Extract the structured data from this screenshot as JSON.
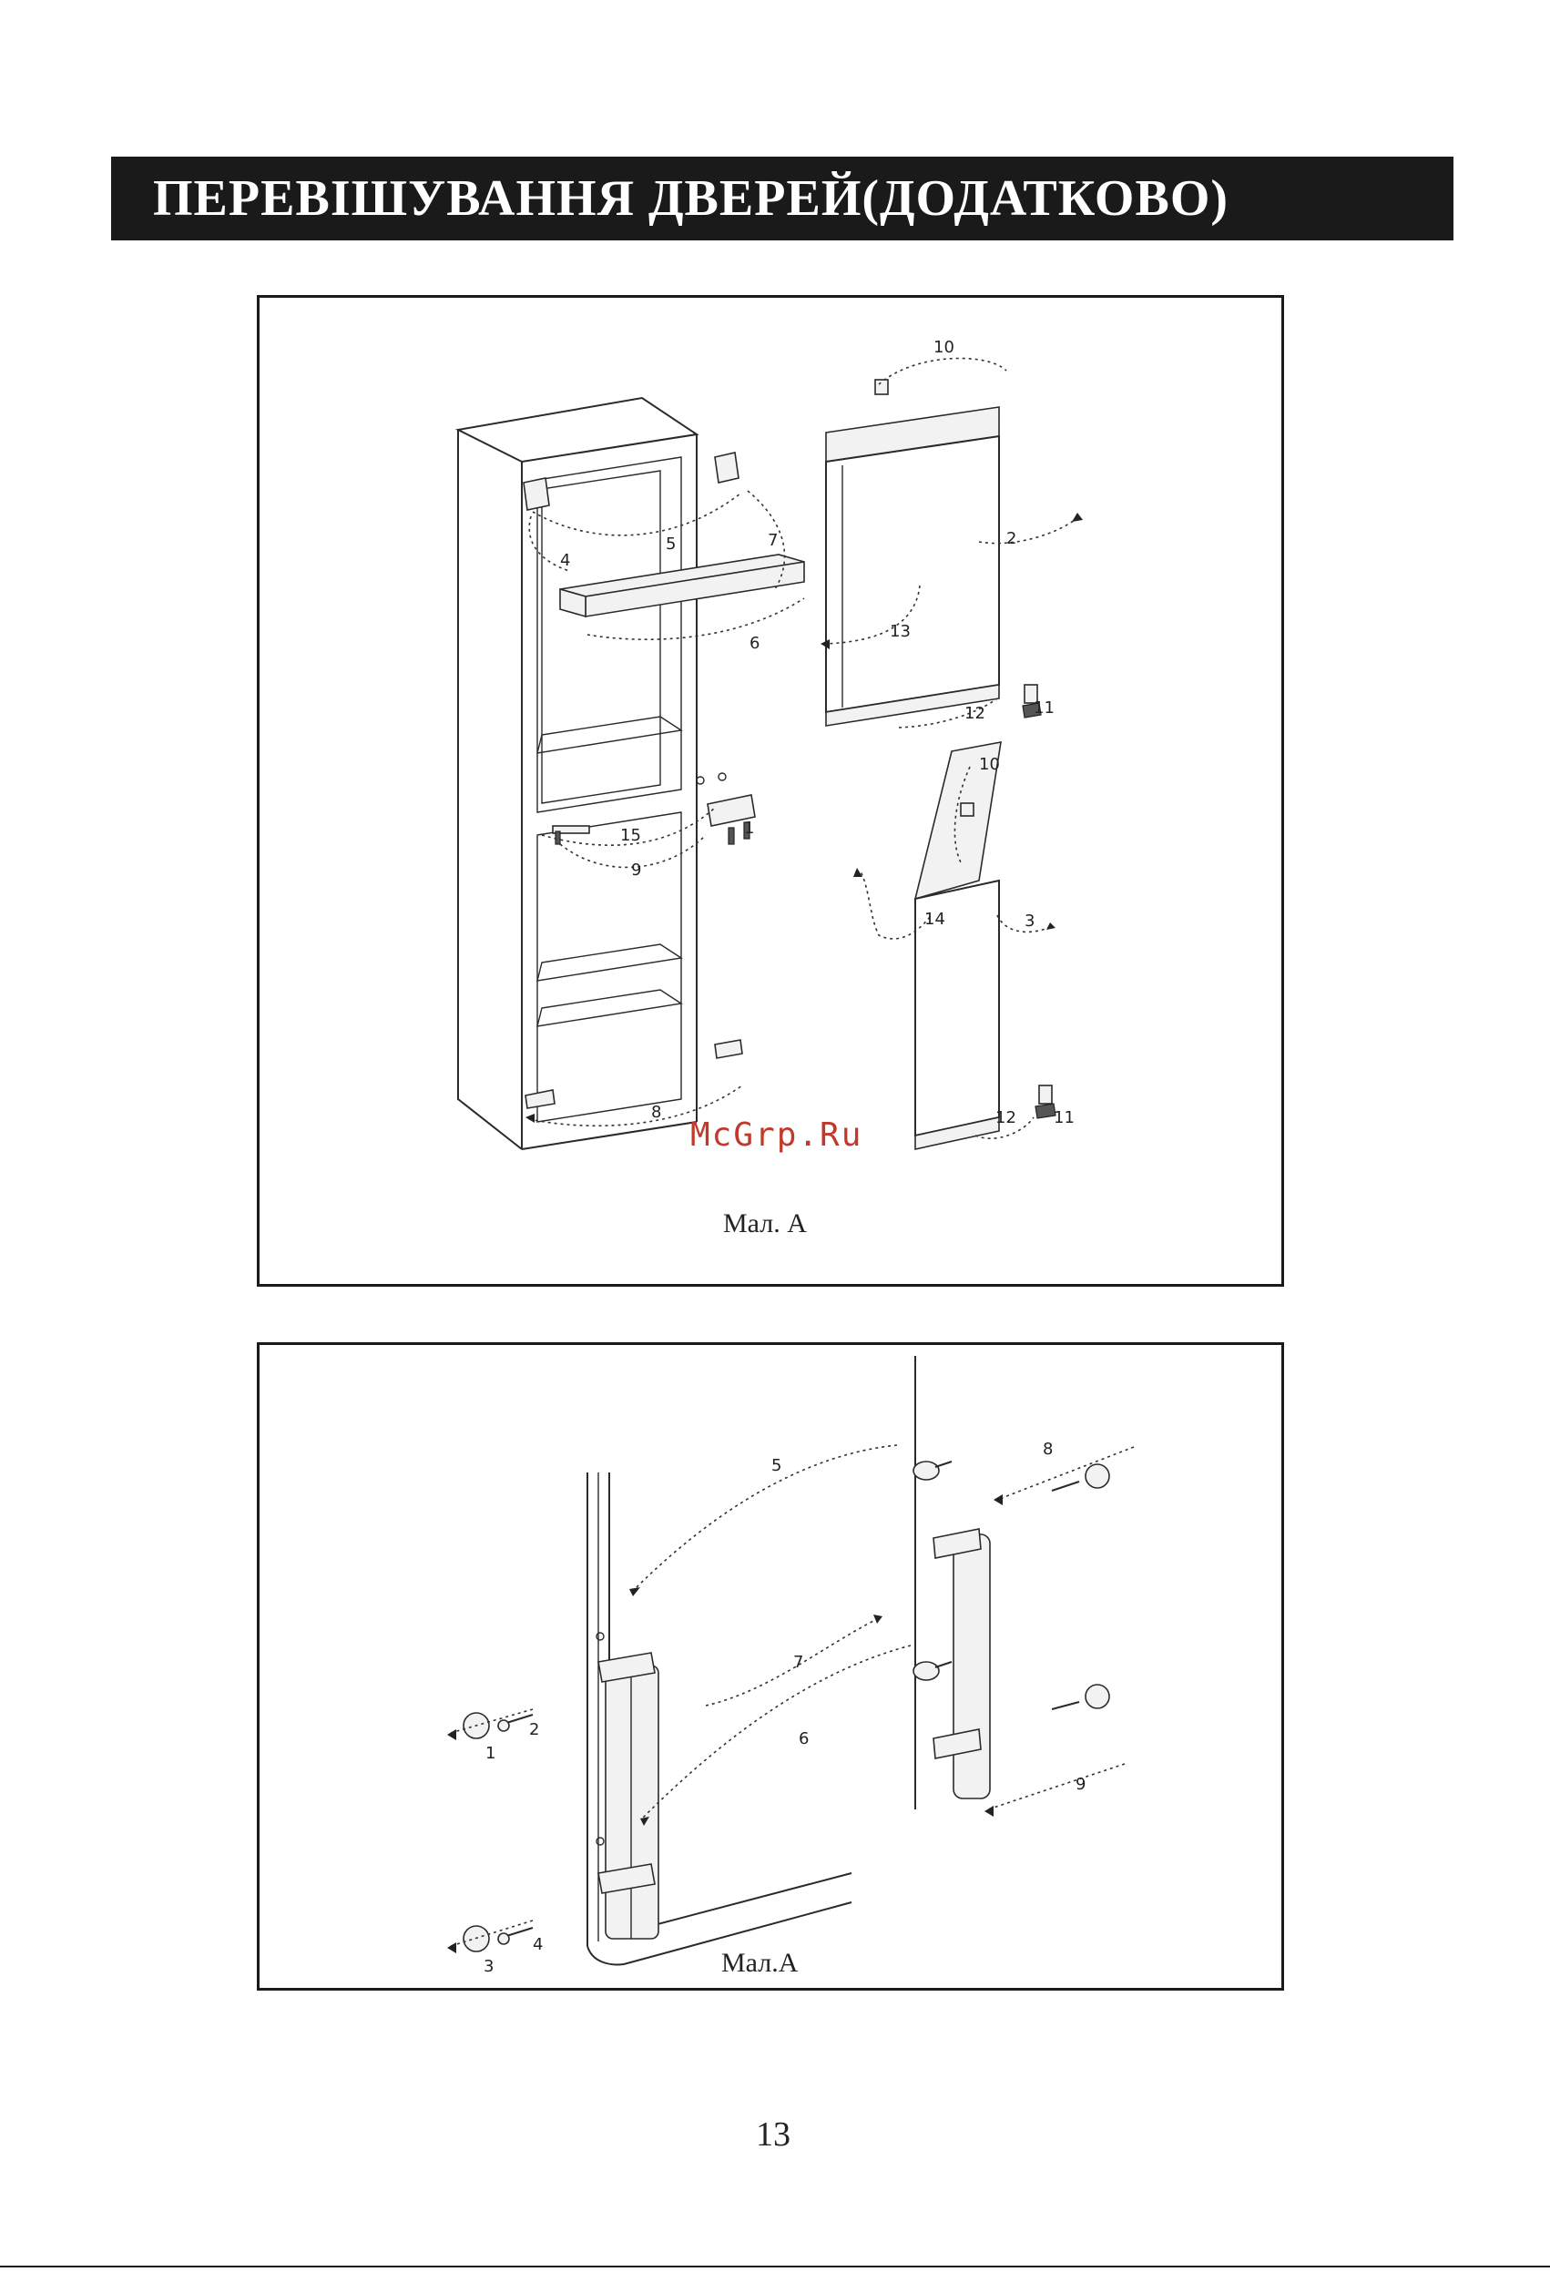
{
  "header": {
    "title": "ПЕРЕВІШУВАННЯ ДВЕРЕЙ(ДОДАТКОВО)"
  },
  "figure1": {
    "caption": "Мал. А",
    "callouts": [
      "10",
      "7",
      "5",
      "4",
      "2",
      "13",
      "6",
      "12",
      "11",
      "10",
      "1",
      "15",
      "9",
      "14",
      "3",
      "8",
      "12",
      "11"
    ]
  },
  "figure2": {
    "caption": "Мал.А",
    "callouts": [
      "5",
      "8",
      "7",
      "2",
      "1",
      "6",
      "9",
      "4",
      "3"
    ]
  },
  "watermark": "McGrp.Ru",
  "page_number": "13"
}
